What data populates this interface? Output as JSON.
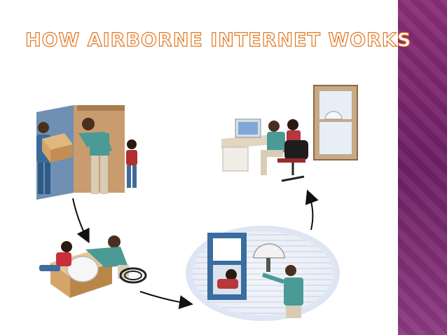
{
  "slide": {
    "title": "HOW AIRBORNE INTERNET WORKS",
    "accent_color": "#e0761f",
    "band_color": "#7a276e"
  },
  "illustrations": [
    {
      "name": "delivery-scene",
      "icon": "people-receiving-package-icon"
    },
    {
      "name": "unboxing-scene",
      "icon": "people-unpacking-dish-icon"
    },
    {
      "name": "install-scene",
      "icon": "dish-installation-window-icon"
    },
    {
      "name": "computer-scene",
      "icon": "people-at-computer-icon"
    }
  ],
  "flow_arrows": 3
}
